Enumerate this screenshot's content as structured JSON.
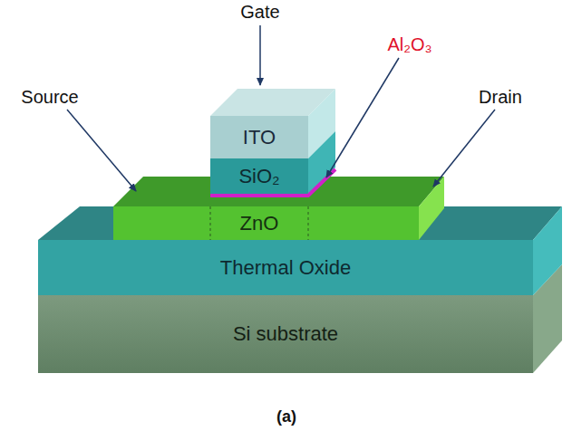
{
  "diagram": {
    "caption": "(a)",
    "nodes": [
      {
        "text": [
          "ITO"
        ]
      },
      {
        "text": [
          "SiO₂"
        ]
      },
      {
        "text": [
          "ZnO"
        ]
      },
      {
        "text": [
          "Thermal Oxide"
        ]
      },
      {
        "text": [
          "Si substrate"
        ]
      }
    ],
    "labels": [
      "Gate",
      "Source",
      "Al₂O₃",
      "Drain"
    ]
  }
}
